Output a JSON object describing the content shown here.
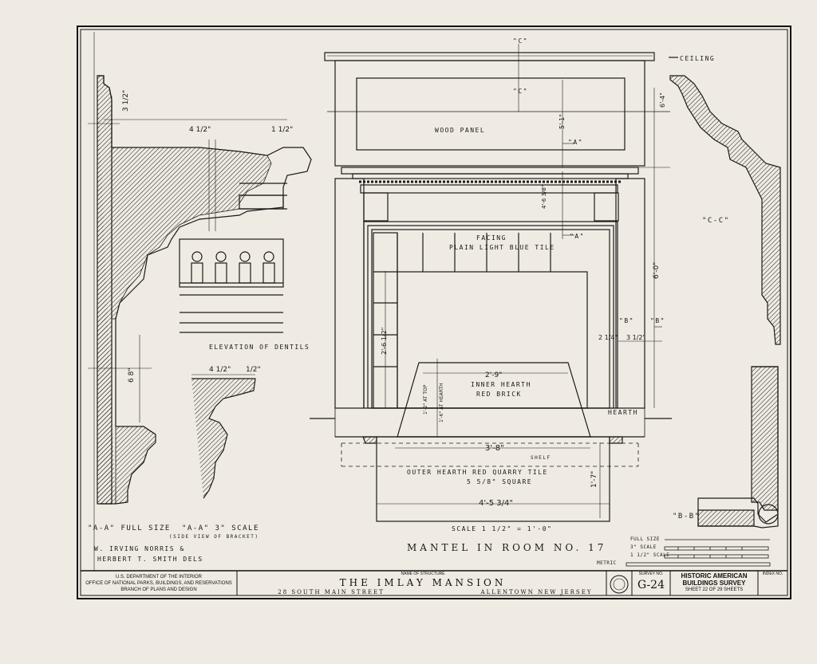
{
  "left_details": {
    "dims": [
      "3 1/2\"",
      "4 1/2\"",
      "1 1/2\"",
      "6 8\"",
      "4 1/2\"",
      "1/2\""
    ],
    "elevation_label": "ELEVATION OF DENTILS",
    "aa_full": "\"A-A\" FULL SIZE",
    "aa_scale": "\"A-A\" 3\" SCALE",
    "aa_scale_note": "(SIDE VIEW OF BRACKET)",
    "delineator1": "W. IRVING NORRIS &",
    "delineator2": "HERBERT T. SMITH DELS"
  },
  "mantel": {
    "section_c": "\"C\"",
    "wood_panel": "WOOD PANEL",
    "dim_5_1": "5'-1\"",
    "dim_6_4": "6'-4\"",
    "dim_6_0": "6'-0\"",
    "section_a": "\"A\"",
    "facing1": "FACING",
    "facing2": "PLAIN LIGHT BLUE TILE",
    "dim_2_6": "2'-6 1/2\"",
    "dim_4_6": "4'-6 3/8\"",
    "section_b": "\"B\"",
    "dim_2a": "2 1/4\"",
    "dim_2b": "3 1/2\"",
    "dim_2_9": "2'-9\"",
    "inner1": "INNER HEARTH",
    "inner2": "RED BRICK",
    "dim_vert1": "1'-2\" AT TOP",
    "dim_vert2": "1'-6\" AT HEARTH",
    "hearth": "HEARTH",
    "dim_3_8": "3'-8\"",
    "shelf": "SHELF",
    "outer1": "OUTER HEARTH RED QUARRY TILE",
    "outer2": "5 5/8\" SQUARE",
    "dim_1_7": "1'-7\"",
    "dim_4_5": "4'-5 3/4\"",
    "scale": "SCALE 1 1/2\" = 1'-0\"",
    "title": "MANTEL IN ROOM NO. 17"
  },
  "right_details": {
    "ceiling": "CEILING",
    "cc": "\"C-C\"",
    "bb": "\"B-B\""
  },
  "scale_bar": {
    "full": "FULL SIZE",
    "three": "3\" SCALE",
    "one_half": "1 1/2\" SCALE",
    "metric": "METRIC"
  },
  "title_block": {
    "dept1": "U.S. DEPARTMENT OF THE INTERIOR",
    "dept2": "OFFICE OF NATIONAL PARKS, BUILDINGS, AND RESERVATIONS",
    "dept3": "BRANCH OF PLANS AND DESIGN",
    "name_label": "NAME OF STRUCTURE",
    "name": "THE IMLAY MANSION",
    "address": "28 SOUTH MAIN STREET",
    "city": "ALLENTOWN NEW JERSEY",
    "survey_label": "SURVEY NO.",
    "survey_no": "G-24",
    "habs1": "HISTORIC AMERICAN",
    "habs2": "BUILDINGS SURVEY",
    "sheet": "SHEET 22 OF 29 SHEETS",
    "index_label": "INDEX NO."
  },
  "colors": {
    "paper": "#efebe2",
    "ink": "#1a1a1a"
  }
}
